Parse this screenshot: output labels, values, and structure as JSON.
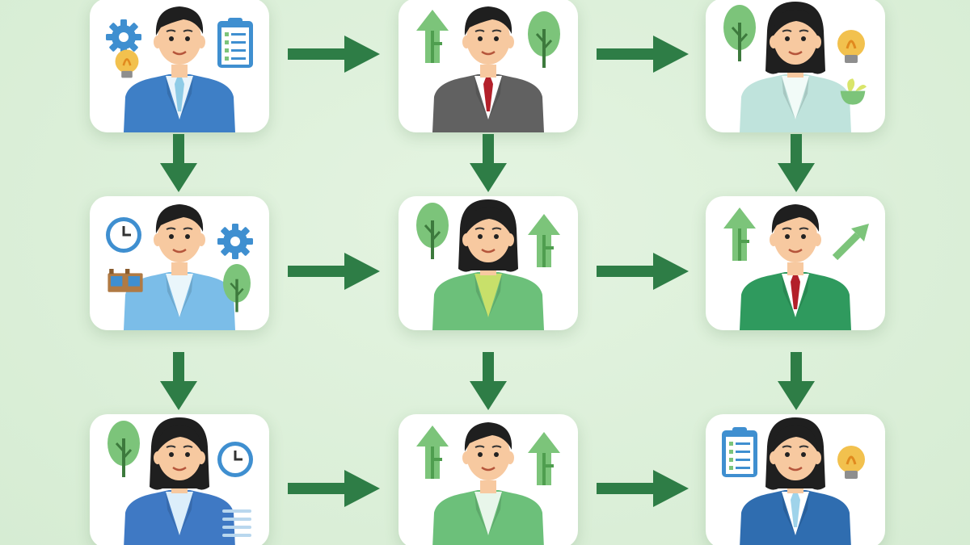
{
  "flow": {
    "cards": [
      {
        "id": "r1c1",
        "person": "man",
        "suit": "#3e7fc6",
        "shirt": "#e9f4fb",
        "tie": "#8ecbe6",
        "left": "gear",
        "right": "clipboard",
        "extra": "bulb"
      },
      {
        "id": "r1c2",
        "person": "man",
        "suit": "#616161",
        "shirt": "#ffffff",
        "tie": "#b3202a",
        "left": "growth-arrow",
        "right": "tree"
      },
      {
        "id": "r1c3",
        "person": "woman",
        "suit": "#bfe3dc",
        "shirt": "#f2fbf8",
        "tie": "",
        "left": "tree",
        "right": "bulb",
        "extra": "leaf-bowl"
      },
      {
        "id": "r2c1",
        "person": "man",
        "suit": "#7bbde8",
        "shirt": "#eaf6fb",
        "tie": "",
        "left": "clock",
        "right": "gear",
        "extra": "tree",
        "extra2": "machine"
      },
      {
        "id": "r2c2",
        "person": "woman",
        "suit": "#6cc07a",
        "shirt": "#c8e06a",
        "tie": "",
        "left": "tree",
        "right": "growth-arrow"
      },
      {
        "id": "r2c3",
        "person": "man",
        "suit": "#2f9a5e",
        "shirt": "#ffffff",
        "tie": "#b3202a",
        "left": "growth-arrow",
        "right": "trend-arrow"
      },
      {
        "id": "r3c1",
        "person": "woman",
        "suit": "#3f79c4",
        "shirt": "#dceefa",
        "tie": "",
        "left": "tree",
        "right": "clock",
        "extra": "doc-lines"
      },
      {
        "id": "r3c2",
        "person": "man",
        "suit": "#6cc07a",
        "shirt": "#e8f6ea",
        "tie": "",
        "left": "growth-arrow",
        "right": "growth-arrow"
      },
      {
        "id": "r3c3",
        "person": "woman",
        "suit": "#2f6db0",
        "shirt": "#ffffff",
        "tie": "#9fd3ea",
        "left": "clipboard",
        "right": "bulb"
      }
    ],
    "arrows": [
      {
        "from": "r1c1",
        "to": "r1c2",
        "dir": "right"
      },
      {
        "from": "r1c2",
        "to": "r1c3",
        "dir": "right"
      },
      {
        "from": "r2c1",
        "to": "r2c2",
        "dir": "right"
      },
      {
        "from": "r2c2",
        "to": "r2c3",
        "dir": "right"
      },
      {
        "from": "r3c1",
        "to": "r3c2",
        "dir": "right"
      },
      {
        "from": "r3c2",
        "to": "r3c3",
        "dir": "right"
      },
      {
        "from": "r1c1",
        "to": "r2c1",
        "dir": "down"
      },
      {
        "from": "r1c2",
        "to": "r2c2",
        "dir": "down"
      },
      {
        "from": "r1c3",
        "to": "r2c3",
        "dir": "down"
      },
      {
        "from": "r2c1",
        "to": "r3c1",
        "dir": "down"
      },
      {
        "from": "r2c2",
        "to": "r3c2",
        "dir": "down"
      },
      {
        "from": "r2c3",
        "to": "r3c3",
        "dir": "down"
      }
    ],
    "colors": {
      "arrow": "#2e7d46",
      "skin": "#f7c9a0",
      "hair": "#1f1f1f",
      "iconGreen": "#7cc47a",
      "iconBlue": "#3f8fd0",
      "iconYellow": "#f2c14e"
    }
  }
}
